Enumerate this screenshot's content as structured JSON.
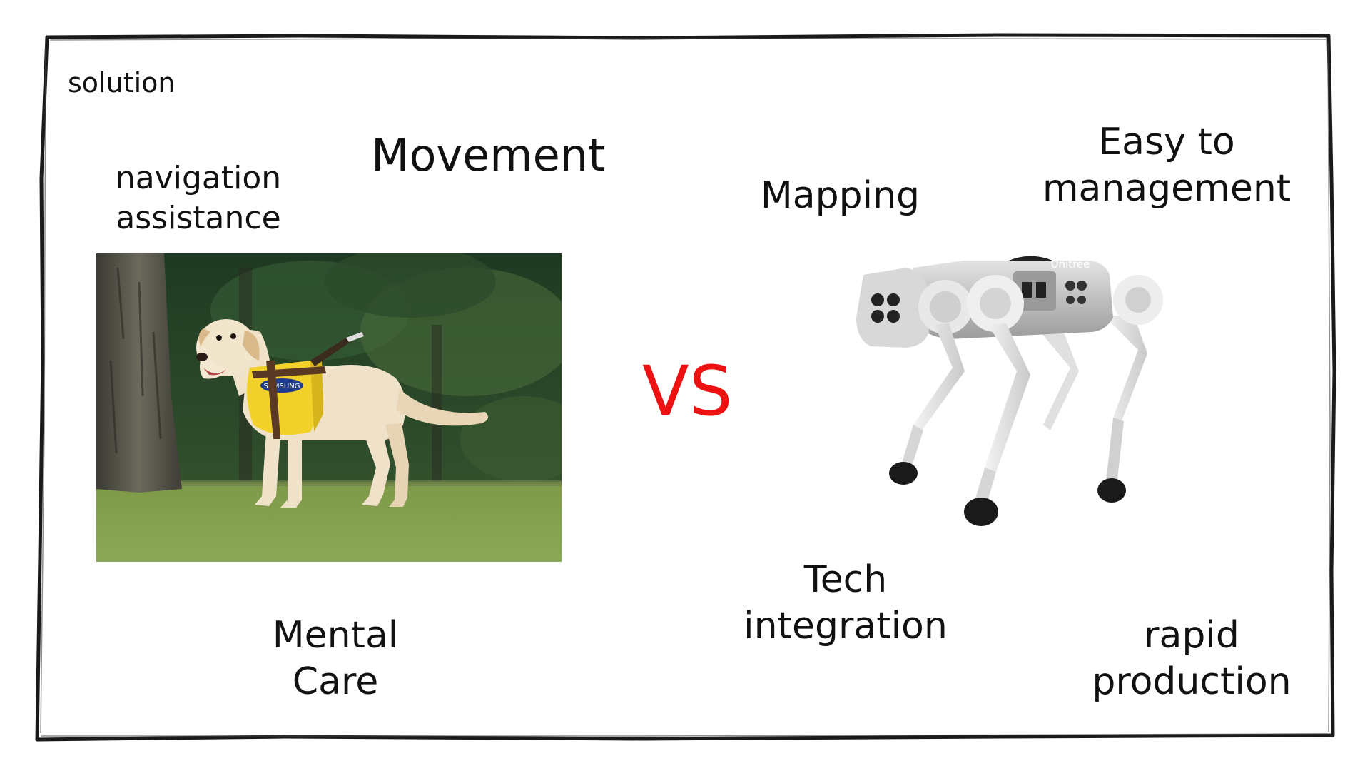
{
  "slide": {
    "label": "solution",
    "vs": "VS"
  },
  "guide_dog": {
    "attributes": [
      {
        "lines": [
          "Movement"
        ]
      },
      {
        "lines": [
          "navigation",
          "assistance"
        ]
      },
      {
        "lines": [
          "Mental",
          "Care"
        ]
      }
    ],
    "vest_text": "SAMSUNG"
  },
  "robot_dog": {
    "attributes": [
      {
        "lines": [
          "Mapping"
        ]
      },
      {
        "lines": [
          "Easy to",
          "management"
        ]
      },
      {
        "lines": [
          "Tech",
          "integration"
        ]
      },
      {
        "lines": [
          "rapid",
          "production"
        ]
      }
    ],
    "brand": "Unitree"
  },
  "colors": {
    "vs": "#ee1111",
    "frame": "#1a1a1a",
    "vest": "#f2d22a",
    "robot_body": "#c9c9c9"
  }
}
